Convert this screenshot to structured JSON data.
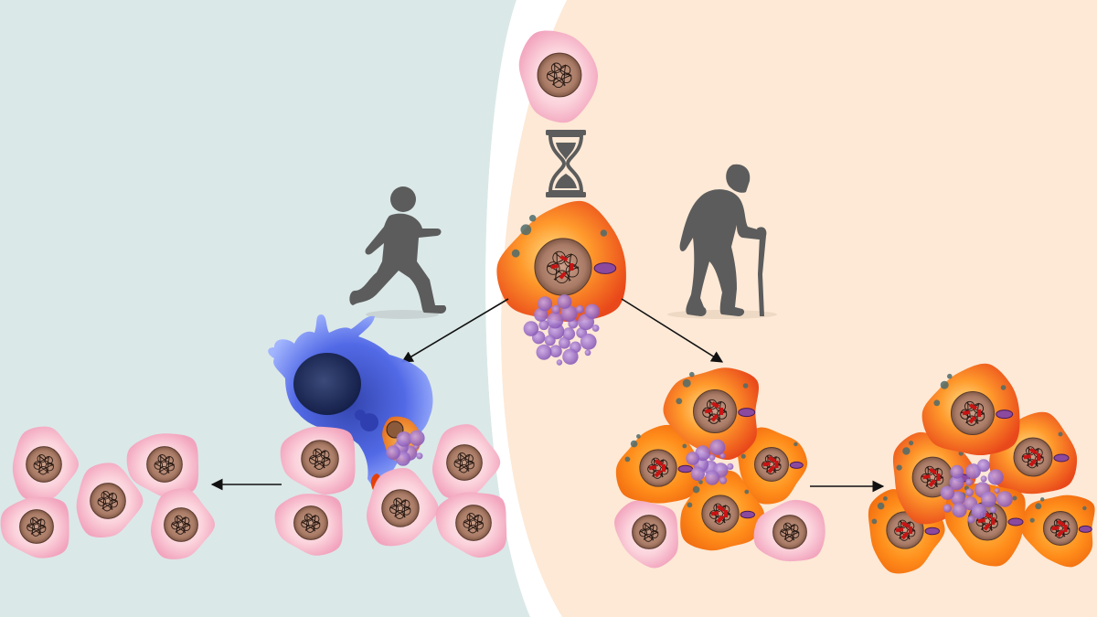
{
  "diagram": {
    "colors": {
      "young_region": "#dbe8e8",
      "old_region": "#fde9d6",
      "overlap_region": "#e4dbc7",
      "healthy_cell": "#f8b7c8",
      "senescent_cell": "#f26b1d",
      "immune_cell": "#4b63e6",
      "silhouette": "#5c5c5c",
      "arrow": "#111111"
    },
    "young_pathway": {
      "figure_icon": "running-child-icon",
      "outcome": "senescent-cell-cleared-by-immune-cell",
      "tissue_icon": "healthy-tissue-cells"
    },
    "aging_marker": {
      "icon": "hourglass-icon",
      "start_cell": "healthy-cell",
      "end_cell": "senescent-cell-secreting-vesicles"
    },
    "old_pathway": {
      "figure_icon": "elderly-person-with-cane-icon",
      "outcome": "senescent-cells-accumulate",
      "tissue_icon": "senescent-tissue-cells"
    }
  }
}
